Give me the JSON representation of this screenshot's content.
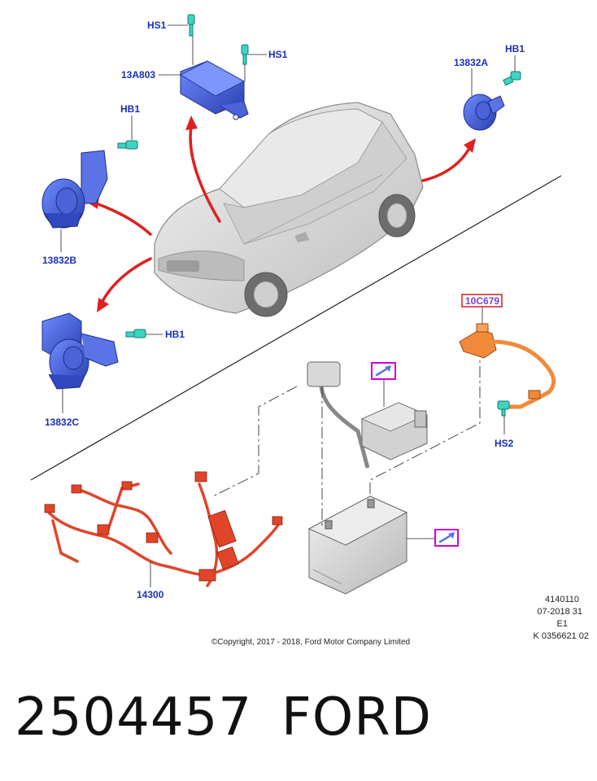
{
  "labels": {
    "hs1_top": "HS1",
    "hs1_right": "HS1",
    "module": "13A803",
    "horn_a": "13832A",
    "hb1_a": "HB1",
    "hb1_b": "HB1",
    "horn_b": "13832B",
    "hb1_c": "HB1",
    "horn_c": "13832C",
    "sensor": "10C679",
    "hs2": "HS2",
    "harness": "14300"
  },
  "reference": {
    "line1": "4140110",
    "line2": "07-2018 31",
    "line3": "E1",
    "line4": "K 0356621 02"
  },
  "copyright": "©Copyright, 2017 - 2018, Ford Motor Company Limited",
  "footer": {
    "part_number": "2504457",
    "brand": "FORD"
  },
  "colors": {
    "callout_text": "#1a2fb8",
    "boxed_label": "#d01e1e",
    "link_box": "#d400d4",
    "arrow": "#e02020",
    "module_blue": "#3a5bd9",
    "fastener_cyan": "#3fd3c4",
    "harness_red": "#e0452a",
    "sensor_orange": "#f08a3a",
    "car_gray": "#dcdcdc"
  }
}
